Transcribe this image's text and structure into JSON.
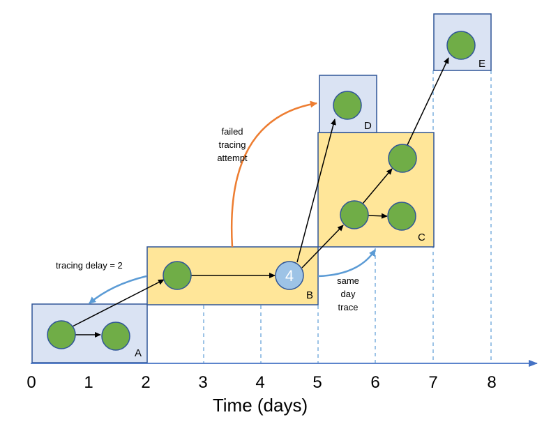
{
  "diagram": {
    "x_axis": {
      "title": "Time (days)",
      "ticks": [
        "0",
        "1",
        "2",
        "3",
        "4",
        "5",
        "6",
        "7",
        "8"
      ]
    },
    "boxes": {
      "a": "A",
      "b": "B",
      "c": "C",
      "d": "D",
      "e": "E"
    },
    "highlighted_node_label": "4",
    "annotations": {
      "tracing_delay": "tracing delay = 2",
      "failed_tracing": [
        "failed",
        "tracing",
        "attempt"
      ],
      "same_day_trace": [
        "same",
        "day",
        "trace"
      ]
    },
    "colors": {
      "blue_box_fill": "#dae3f3",
      "blue_box_stroke": "#2f5597",
      "yellow_box_fill": "#ffe699",
      "node_fill": "#70ad47",
      "node_stroke": "#2f5597",
      "highlight_node_fill": "#9dc3e6",
      "trace_arrow": "#5b9bd5",
      "failed_arrow": "#ed7d31",
      "axis": "#4472c4",
      "edge": "#000000"
    }
  }
}
